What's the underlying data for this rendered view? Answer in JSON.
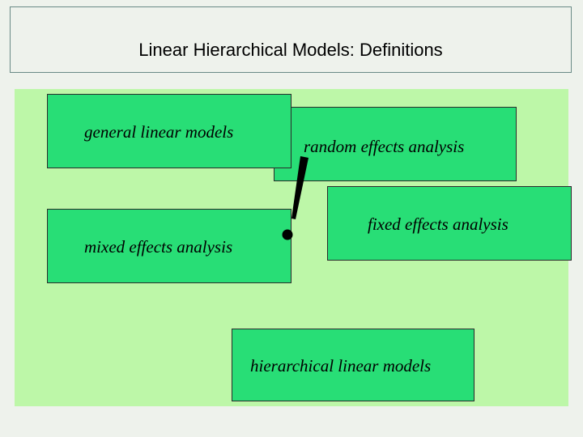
{
  "slide": {
    "title": "Linear Hierarchical Models: Definitions"
  },
  "boxes": {
    "random": "random effects analysis",
    "general": "general linear models",
    "fixed": "fixed effects analysis",
    "mixed": "mixed effects analysis",
    "hierarchical": "hierarchical linear models"
  },
  "colors": {
    "title_background": "#eef2ec",
    "panel_background": "#bdf7a8",
    "box_fill": "#28de76",
    "box_border": "#2b2b2b"
  },
  "icons": {
    "exclamation": "exclamation-mark-icon"
  }
}
